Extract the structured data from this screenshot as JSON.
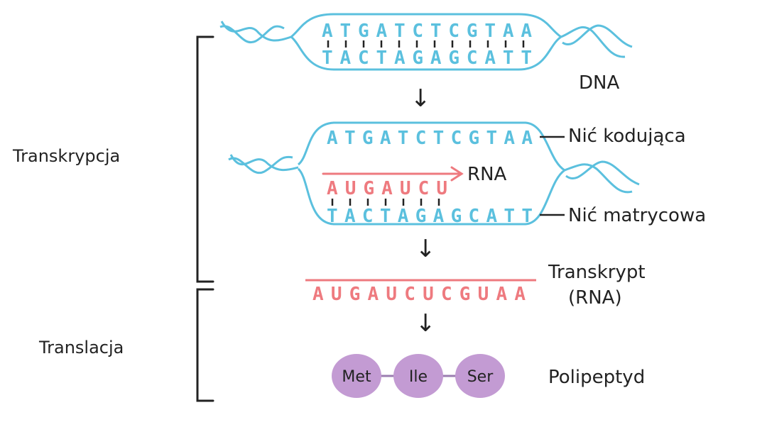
{
  "colors": {
    "dna": "#5bc0de",
    "rna": "#ee7a7f",
    "protein": "#c39bd3",
    "ink": "#222222"
  },
  "labels": {
    "transcription": "Transkrypcja",
    "translation": "Translacja",
    "dna": "DNA",
    "coding_strand": "Nić kodująca",
    "rna": "RNA",
    "template_strand": "Nić matrycowa",
    "transcript_line1": "Transkrypt",
    "transcript_line2": "(RNA)",
    "polypeptide": "Polipeptyd"
  },
  "sequences": {
    "dna_top": "ATGATCTCGTAA",
    "dna_bottom": "TACTAGAGCATT",
    "coding": "ATGATCTCGTAA",
    "rna_partial": "AUGAUCU",
    "template": "TACTAGAGCATT",
    "transcript": "AUGAUCUCGUAA"
  },
  "amino_acids": [
    "Met",
    "Ile",
    "Ser"
  ],
  "arrows": {
    "glyph": "↓"
  }
}
